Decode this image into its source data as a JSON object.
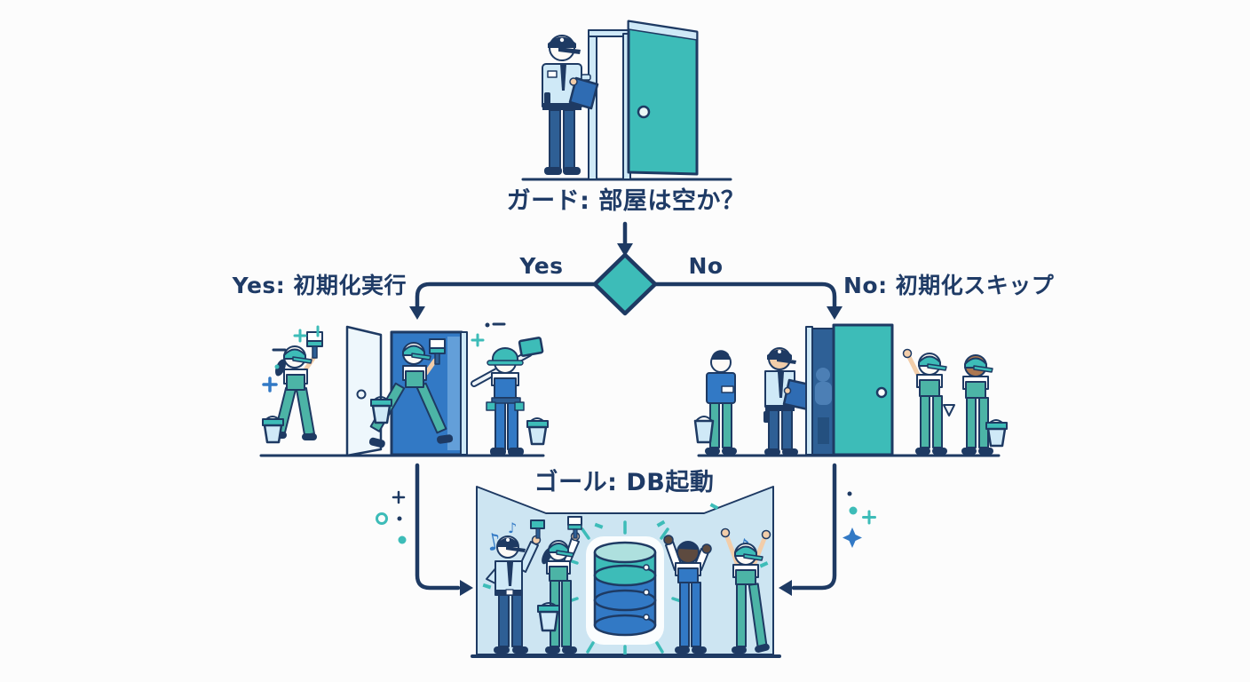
{
  "flow": {
    "guard_question": "ガード: 部屋は空か？",
    "yes_label": "Yes",
    "no_label": "No",
    "yes_result": "Yes: 初期化実行",
    "no_result": "No: 初期化スキップ",
    "goal": "ゴール: DB起動"
  },
  "icons": {
    "music_note": "♪"
  },
  "colors": {
    "outline_navy": "#1e3a63",
    "text_navy": "#1f3b66",
    "teal": "#3dbcb8",
    "teal_overalls": "#4cb4a6",
    "mid_blue": "#3279c5",
    "pants_blue": "#2e5f95",
    "light_blue": "#cfe9f7",
    "panel_blue": "#cde5f2",
    "background": "#fcfcfc"
  }
}
